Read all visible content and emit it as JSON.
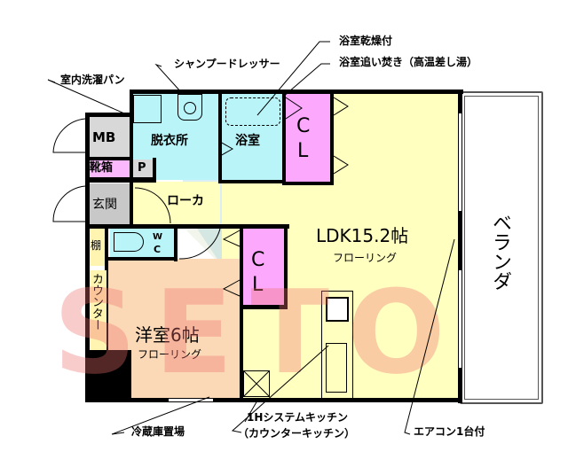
{
  "colors": {
    "wall": "#000000",
    "wet_area": "#b8f4f8",
    "ldk_floor": "#ffffc0",
    "western_room": "#fcd9b6",
    "closet": "#fca8fc",
    "entrance": "#c8c8c8",
    "mb": "#d8d8d8",
    "shoe_box": "#fcb8fc",
    "storage": "#fff4b0",
    "veranda": "#ffffff",
    "watermark_red": "#f07070",
    "watermark_gray": "#a09080"
  },
  "rooms": {
    "mb": "MB",
    "shoe_box": "靴箱",
    "p": "P",
    "entrance": "玄関",
    "dressing": "脱衣所",
    "bathroom": "浴室",
    "closet_top": [
      "C",
      "L"
    ],
    "hallway": "ローカ",
    "shelf": "棚",
    "wc": [
      "W",
      "C"
    ],
    "counter": "カウンター",
    "western": {
      "name": "洋室6帖",
      "floor": "フローリング"
    },
    "closet_mid": [
      "C",
      "L"
    ],
    "ldk": {
      "name": "LDK15.2帖",
      "floor": "フローリング"
    },
    "veranda": "ベランダ"
  },
  "callouts": {
    "shampoo_dresser": "シャンプードレッサー",
    "laundry_pan": "室内洗濯パン",
    "bath_dryer": "浴室乾燥付",
    "reheating": "浴室追い焚き（高温差し湯）",
    "fridge": "冷蔵庫置場",
    "kitchen_line1": "1Hシステムキッチン",
    "kitchen_line2": "（カウンターキッチン）",
    "aircon": "エアコン1台付"
  },
  "watermark": "SETO"
}
